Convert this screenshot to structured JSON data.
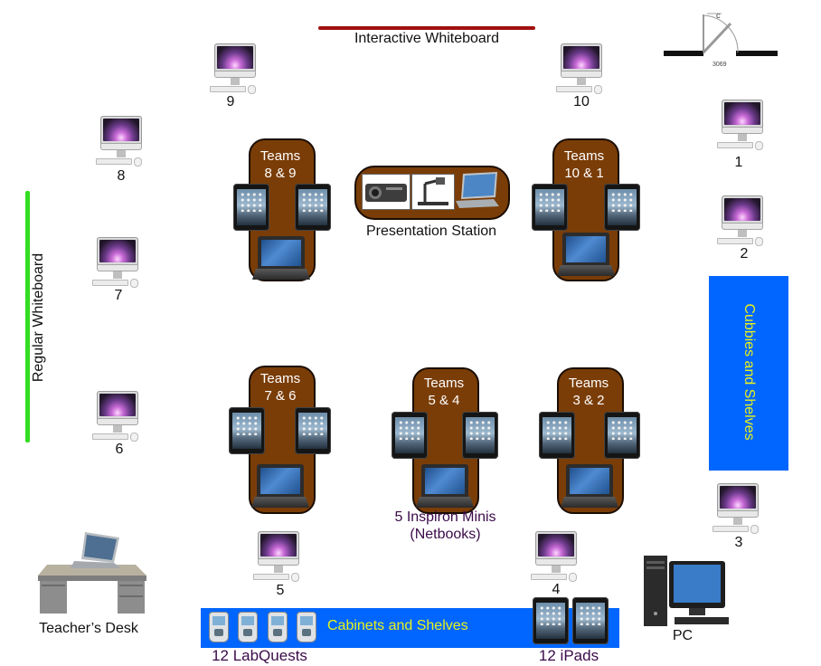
{
  "labels": {
    "interactive_whiteboard": "Interactive Whiteboard",
    "regular_whiteboard": "Regular Whiteboard",
    "presentation_station": "Presentation Station",
    "cubbies": "Cubbies and Shelves",
    "cabinets": "Cabinets and Shelves",
    "labquests": "12 LabQuests",
    "ipads": "12 iPads",
    "netbooks_line1": "5 Inspiron Minis",
    "netbooks_line2": "(Netbooks)",
    "teachers_desk": "Teacher’s Desk",
    "pc": "PC",
    "door_code": "3069"
  },
  "computers": [
    "1",
    "2",
    "3",
    "4",
    "5",
    "6",
    "7",
    "8",
    "9",
    "10"
  ],
  "teams": [
    {
      "l1": "Teams",
      "l2": "8 & 9"
    },
    {
      "l1": "Teams",
      "l2": "10 & 1"
    },
    {
      "l1": "Teams",
      "l2": "7 & 6"
    },
    {
      "l1": "Teams",
      "l2": "5 & 4"
    },
    {
      "l1": "Teams",
      "l2": "3 & 2"
    }
  ],
  "colors": {
    "interactive_whiteboard": "#a01010",
    "regular_whiteboard": "#33dd22",
    "team_table": "#7a3d07",
    "shelves": "#0066ff",
    "shelf_text": "#e8f21a",
    "netbook_text": "#3b0a4a",
    "labquest_text": "#3b0a4a"
  },
  "icons": [
    "imac-icon",
    "ipad-icon",
    "laptop-icon",
    "projector-icon",
    "document-camera-icon",
    "labquest-icon",
    "desk-icon",
    "pc-tower-icon",
    "door-icon"
  ]
}
